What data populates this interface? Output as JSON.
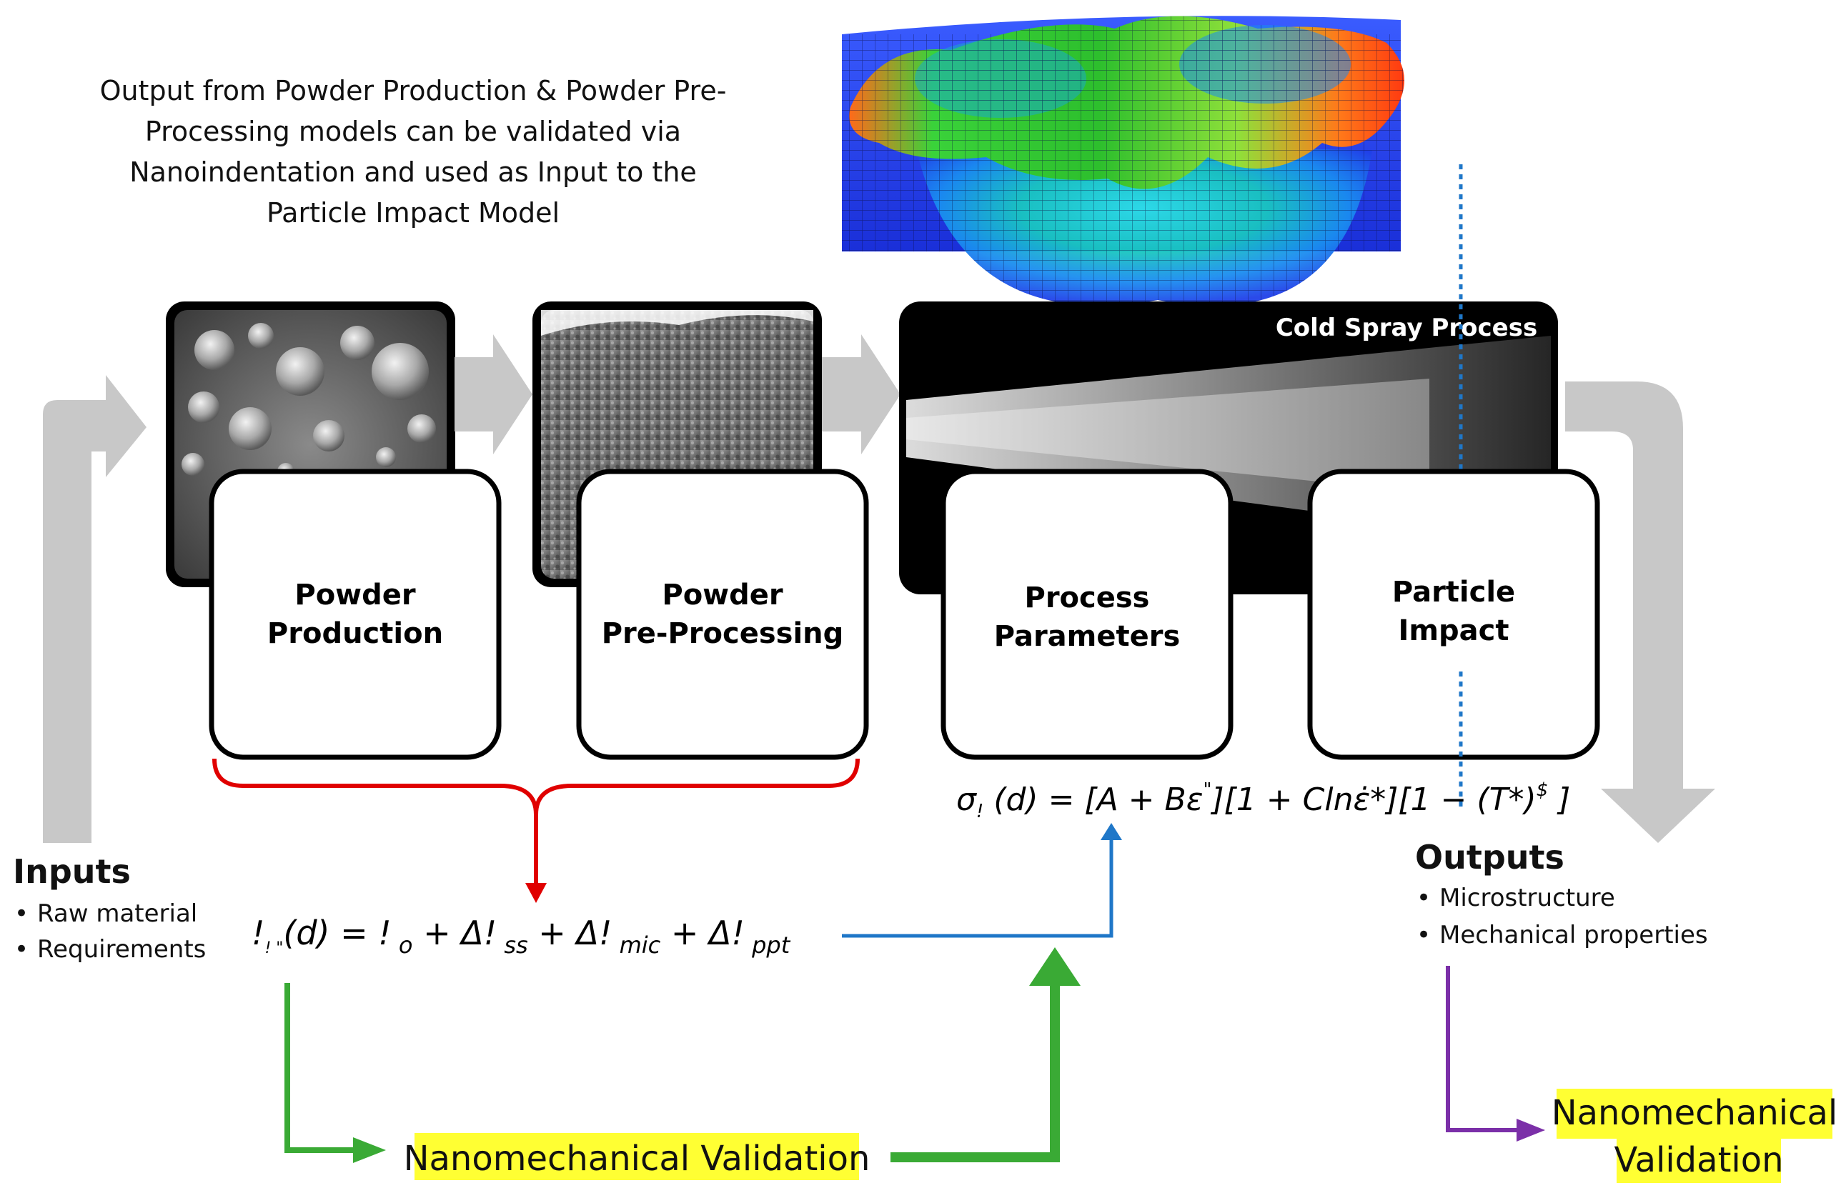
{
  "note": {
    "lines": [
      "Output from Powder Production & Powder Pre-",
      "Processing models can be validated via",
      "Nanoindentation and used as Input to the",
      "Particle Impact Model"
    ]
  },
  "process": {
    "banner_label": "Cold Spray Process"
  },
  "boxes": {
    "powder_production": {
      "line1": "Powder",
      "line2": "Production"
    },
    "powder_preprocessing": {
      "line1": "Powder",
      "line2": "Pre-Processing"
    },
    "process_parameters": {
      "line1": "Process",
      "line2": "Parameters"
    },
    "particle_impact": {
      "line1": "Particle",
      "line2": "Impact"
    }
  },
  "equations": {
    "johnson_cook": {
      "lhs": "σ",
      "lhs_sub": "!",
      "lhs_arg": " (d) = [A + Bε",
      "sup1": "\"",
      "mid": "][1 + Clnε̇*][1 − (T*)",
      "sup2": "$",
      "end": " ]"
    },
    "strength_sum": {
      "p1": "!",
      "p1_sub": "! \"",
      "p2": "(d) = !",
      "p2_sub": " o",
      "p3": " + Δ!",
      "p3_sub": " ss",
      "p4": " + Δ!",
      "p4_sub": " mic",
      "p5": " + Δ!",
      "p5_sub": " ppt"
    }
  },
  "inputs": {
    "title": "Inputs",
    "items": [
      "Raw material",
      "Requirements"
    ]
  },
  "outputs": {
    "title": "Outputs",
    "items": [
      "Microstructure",
      "Mechanical properties"
    ]
  },
  "validation_left": {
    "label": "Nanomechanical Validation"
  },
  "validation_right": {
    "line1": "Nanomechanical",
    "line2": "Validation"
  },
  "colors": {
    "red_brace": "#e00000",
    "blue_link": "#1f77c8",
    "green_link": "#3aaa35",
    "purple_link": "#7b2fa8",
    "highlight": "#ffff33",
    "gray_arrow": "#c8c8c8"
  }
}
